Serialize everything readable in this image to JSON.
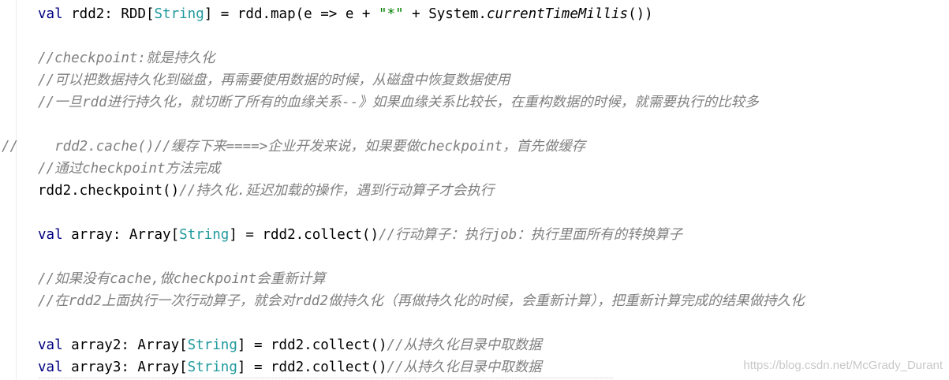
{
  "code": {
    "l1": {
      "kw": "val",
      "p1": " rdd2: RDD[",
      "tp": "String",
      "p2": "] = rdd.map(e => e + ",
      "str": "\"*\"",
      "p3": " + System.",
      "it": "currentTimeMillis",
      "p4": "())"
    },
    "l2": {
      "comment": "//checkpoint:就是持久化"
    },
    "l3": {
      "comment": "//可以把数据持久化到磁盘，再需要使用数据的时候，从磁盘中恢复数据使用"
    },
    "l4": {
      "comment": "//一旦rdd进行持久化，就切断了所有的血缘关系--》如果血缘关系比较长，在重构数据的时候，就需要执行的比较多"
    },
    "l5": {
      "prefix": "//",
      "comment": "  rdd2.cache()//缓存下来====>企业开发来说，如果要做checkpoint，首先做缓存"
    },
    "l6": {
      "comment": "//通过checkpoint方法完成"
    },
    "l7": {
      "code": "rdd2.checkpoint()",
      "comment": "//持久化.延迟加载的操作，遇到行动算子才会执行"
    },
    "l8": {
      "kw": "val",
      "p1": " array: Array[",
      "tp": "String",
      "p2": "] = rdd2.collect()",
      "comment": "//行动算子：执行job：执行里面所有的转换算子"
    },
    "l9": {
      "comment": "//如果没有cache,做checkpoint会重新计算"
    },
    "l10": {
      "comment": "//在rdd2上面执行一次行动算子，就会对rdd2做持久化（再做持久化的时候，会重新计算），把重新计算完成的结果做持久化"
    },
    "l11": {
      "kw": "val",
      "p1": " array2: Array[",
      "tp": "String",
      "p2": "] = rdd2.collect()",
      "comment": "//从持久化目录中取数据"
    },
    "l12": {
      "kw": "val",
      "p1": " array3: Array[",
      "tp": "String",
      "p2": "] = rdd2.collect()",
      "comment": "//从持久化目录中取数据"
    }
  },
  "watermark": "https://blog.csdn.net/McGrady_Durant",
  "colors": {
    "keyword": "#000080",
    "type_param": "#20999d",
    "string": "#008000",
    "comment": "#808080",
    "text": "#000000"
  }
}
